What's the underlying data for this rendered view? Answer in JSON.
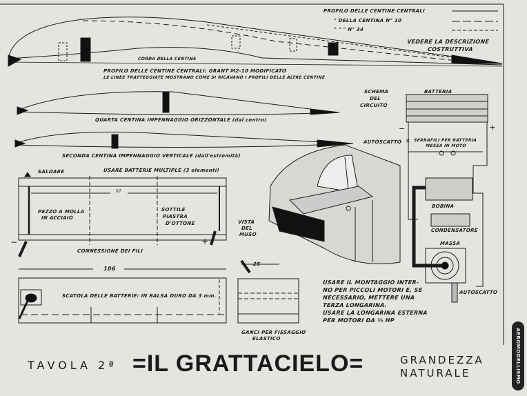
{
  "profile_legend": {
    "row1": "PROFILO DELLE CENTINE CENTRALI",
    "row2": "\"      DELLA CENTINA N° 10",
    "row3": "\"      \"      \"      N° 34"
  },
  "see_note": [
    "VEDERE LA DESCRIZIONE",
    "COSTRUTTIVA"
  ],
  "chord_label": "CORDA DELLA CENTINA",
  "profile_caption": [
    "PROFILO DELLE CENTINE CENTRALI: GRANT M2-10 MODIFICATO",
    "LE LINEE TRATTEGGIATE MOSTRANO COME SI RICAVANO I PROFILI DELLE ALTRE CENTINE"
  ],
  "rib_h": "QUARTA CENTINA IMPENNAGGIO ORIZZONTALE (dal centro)",
  "rib_v": "SECONDA CENTINA IMPENNAGGIO VERTICALE (dall'estremità)",
  "circuit": {
    "title": [
      "SCHEMA",
      "DEL",
      "CIRCUITO"
    ],
    "battery": "BATTERIA",
    "minus": "−",
    "plus": "+",
    "timer": "AUTOSCATTO",
    "terminals": [
      "SERRAFILI PER BATTERIA",
      "MESSA IN MOTO"
    ],
    "coil": "BOBINA",
    "condenser": "CONDENSATORE",
    "ground": "MASSA",
    "timer2": "AUTOSCATTO"
  },
  "battery_holder": {
    "solder": "SALDARE",
    "multi": "USARE BATTERIE MULTIPLE (3 elementi)",
    "dim": "97",
    "spring": [
      "PEZZO A MOLLA",
      "IN ACCIAIO"
    ],
    "plate": [
      "SOTTILE",
      "PIASTRA",
      "D'OTTONE"
    ],
    "wires": "CONNESSIONE DEI FILI",
    "minus": "−",
    "plus": "+"
  },
  "nose_view": [
    "VISTA",
    "DEL",
    "MUSO"
  ],
  "battery_box": {
    "dim": "106",
    "label": "SCATOLA DELLE BATTERIE: IN BALSA DURO DA 3 mm.",
    "dim2": "25",
    "hooks": [
      "GANCI PER FISSAGGIO",
      "ELASTICO"
    ]
  },
  "mount_note": [
    "USARE IL MONTAGGIO INTER-",
    "NO PER PICCOLI MOTORI E, SE",
    "NECESSARIO, METTERE UNA",
    "TERZA LONGARINA.",
    "USARE LA LONGARINA ESTERNA",
    "PER MOTORI DA ½ HP"
  ],
  "footer": {
    "plate": "TAVOLA 2ª",
    "name": "=IL GRATTACIELO=",
    "scale": [
      "GRANDEZZA",
      "NATURALE"
    ]
  },
  "side_tab": "AEROMODELLISMO"
}
